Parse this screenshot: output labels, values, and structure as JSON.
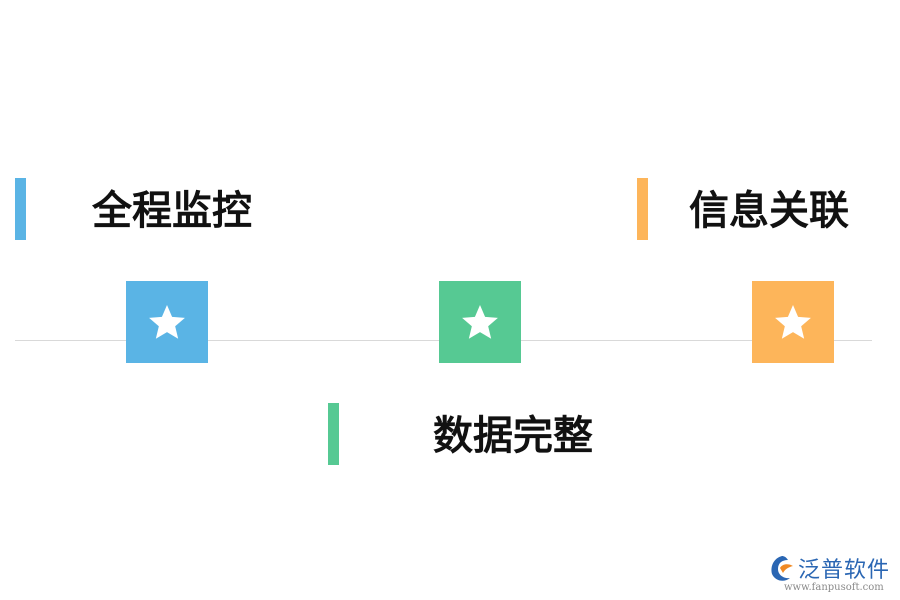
{
  "features": [
    {
      "label": "全程监控",
      "color": "#5ab4e5"
    },
    {
      "label": "数据完整",
      "color": "#56c993"
    },
    {
      "label": "信息关联",
      "color": "#fdb55a"
    }
  ],
  "badge_icon": "star-icon",
  "logo": {
    "name": "泛普软件",
    "url": "www.fanpusoft.com",
    "color": "#2a66b3"
  }
}
